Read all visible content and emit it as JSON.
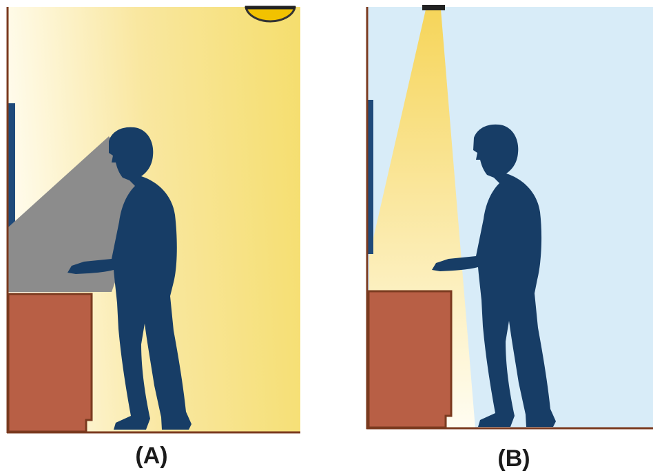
{
  "panels": [
    {
      "id": "A",
      "caption": "(A)",
      "lighting": "ceiling-fixture-ambient",
      "wall_color": "#f5de6e",
      "shadow_color": "#8c8c8c"
    },
    {
      "id": "B",
      "caption": "(B)",
      "lighting": "task-downlight",
      "wall_color": "#d8ecf8",
      "beam_color": "#f7dd78"
    }
  ],
  "colors": {
    "person": "#173d66",
    "counter": "#b85f45",
    "counter_edge": "#7a3a1f",
    "floor_wall_line": "#7a3a1f",
    "cabinet_panel": "#1f4a7a",
    "lamp": "#f2c200"
  }
}
